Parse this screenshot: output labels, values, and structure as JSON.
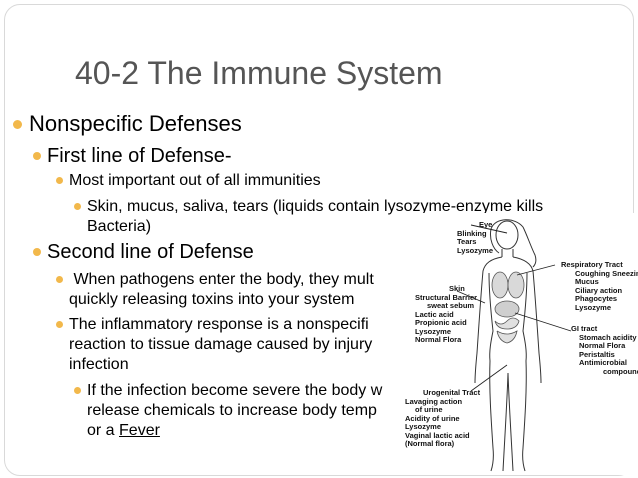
{
  "slide": {
    "title": "40-2 The Immune System",
    "bullets": {
      "nonspecific": "Nonspecific Defenses",
      "first_line": "First line of Defense-",
      "most_important": "Most important out of all immunities",
      "skin_line1": "Skin, mucus, saliva, tears (liquids contain lysozyme-enzyme kills",
      "skin_line2": "Bacteria)",
      "second_line": "Second line of Defense",
      "pathogens_line1": " When pathogens enter the body, they mult",
      "pathogens_line2": "quickly releasing toxins into your system",
      "inflam_line1": "The inflammatory response is a nonspecifi",
      "inflam_line2": "reaction to tissue damage caused by injury",
      "inflam_line3": "infection",
      "severe_line1": "If the infection become severe the body w",
      "severe_line2": "release chemicals to increase body temp",
      "severe_line3_prefix": "or a ",
      "severe_line3_link": "Fever"
    }
  },
  "figure": {
    "eye": {
      "title": "Eye",
      "items": [
        "Blinking",
        "Tears",
        "Lysozyme"
      ]
    },
    "skin": {
      "title": "Skin",
      "items": [
        "Structural Barrier",
        "sweat sebum",
        "Lactic acid",
        "Propionic acid",
        "Lysozyme",
        "Normal Flora"
      ]
    },
    "respiratory": {
      "title": "Respiratory Tract",
      "items": [
        "Coughing Sneezing",
        "Mucus",
        "Ciliary action",
        "Phagocytes",
        "Lysozyme"
      ]
    },
    "gi": {
      "title": "GI tract",
      "items": [
        "Stomach acidity",
        "Normal Flora",
        "Peristaltis",
        "Antimicrobial",
        "compounds"
      ]
    },
    "urogenital": {
      "title": "Urogenital Tract",
      "items": [
        "Lavaging action",
        "of urine",
        "Acidity of urine",
        "Lysozyme",
        "Vaginal lactic acid",
        "(Normal flora)"
      ]
    }
  },
  "colors": {
    "bullet": "#f2b84b",
    "title": "#555555",
    "border": "#d9d9d9"
  }
}
